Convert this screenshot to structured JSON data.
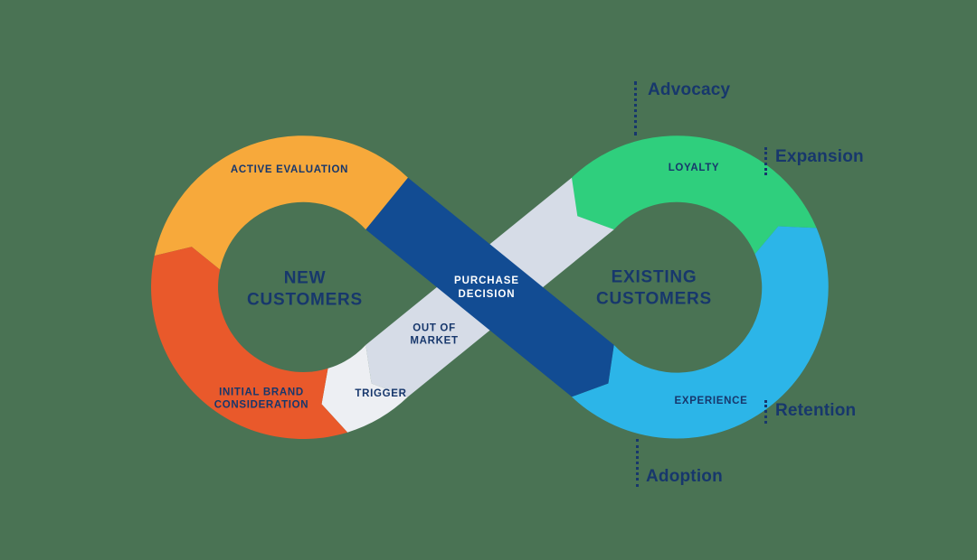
{
  "colors": {
    "background": "#4A7354",
    "yellow": "#F7A93B",
    "orange": "#E9592B",
    "navy_band": "#124C93",
    "green": "#2FCF7D",
    "cyan": "#2CB5E8",
    "gray_band": "#D6DCE7",
    "trigger_gray": "#EDEFF3",
    "text_navy": "#17376C",
    "text_white": "#FFFFFF"
  },
  "left_loop": {
    "center_line1": "NEW",
    "center_line2": "CUSTOMERS",
    "active_evaluation": "ACTIVE EVALUATION",
    "initial_brand_line1": "INITIAL BRAND",
    "initial_brand_line2": "CONSIDERATION",
    "trigger": "TRIGGER"
  },
  "crossover": {
    "purchase_line1": "PURCHASE",
    "purchase_line2": "DECISION",
    "out_of_market_line1": "OUT OF",
    "out_of_market_line2": "MARKET"
  },
  "right_loop": {
    "center_line1": "EXISTING",
    "center_line2": "CUSTOMERS",
    "loyalty": "LOYALTY",
    "experience": "EXPERIENCE"
  },
  "stage_labels": {
    "advocacy": "Advocacy",
    "expansion": "Expansion",
    "retention": "Retention",
    "adoption": "Adoption"
  }
}
